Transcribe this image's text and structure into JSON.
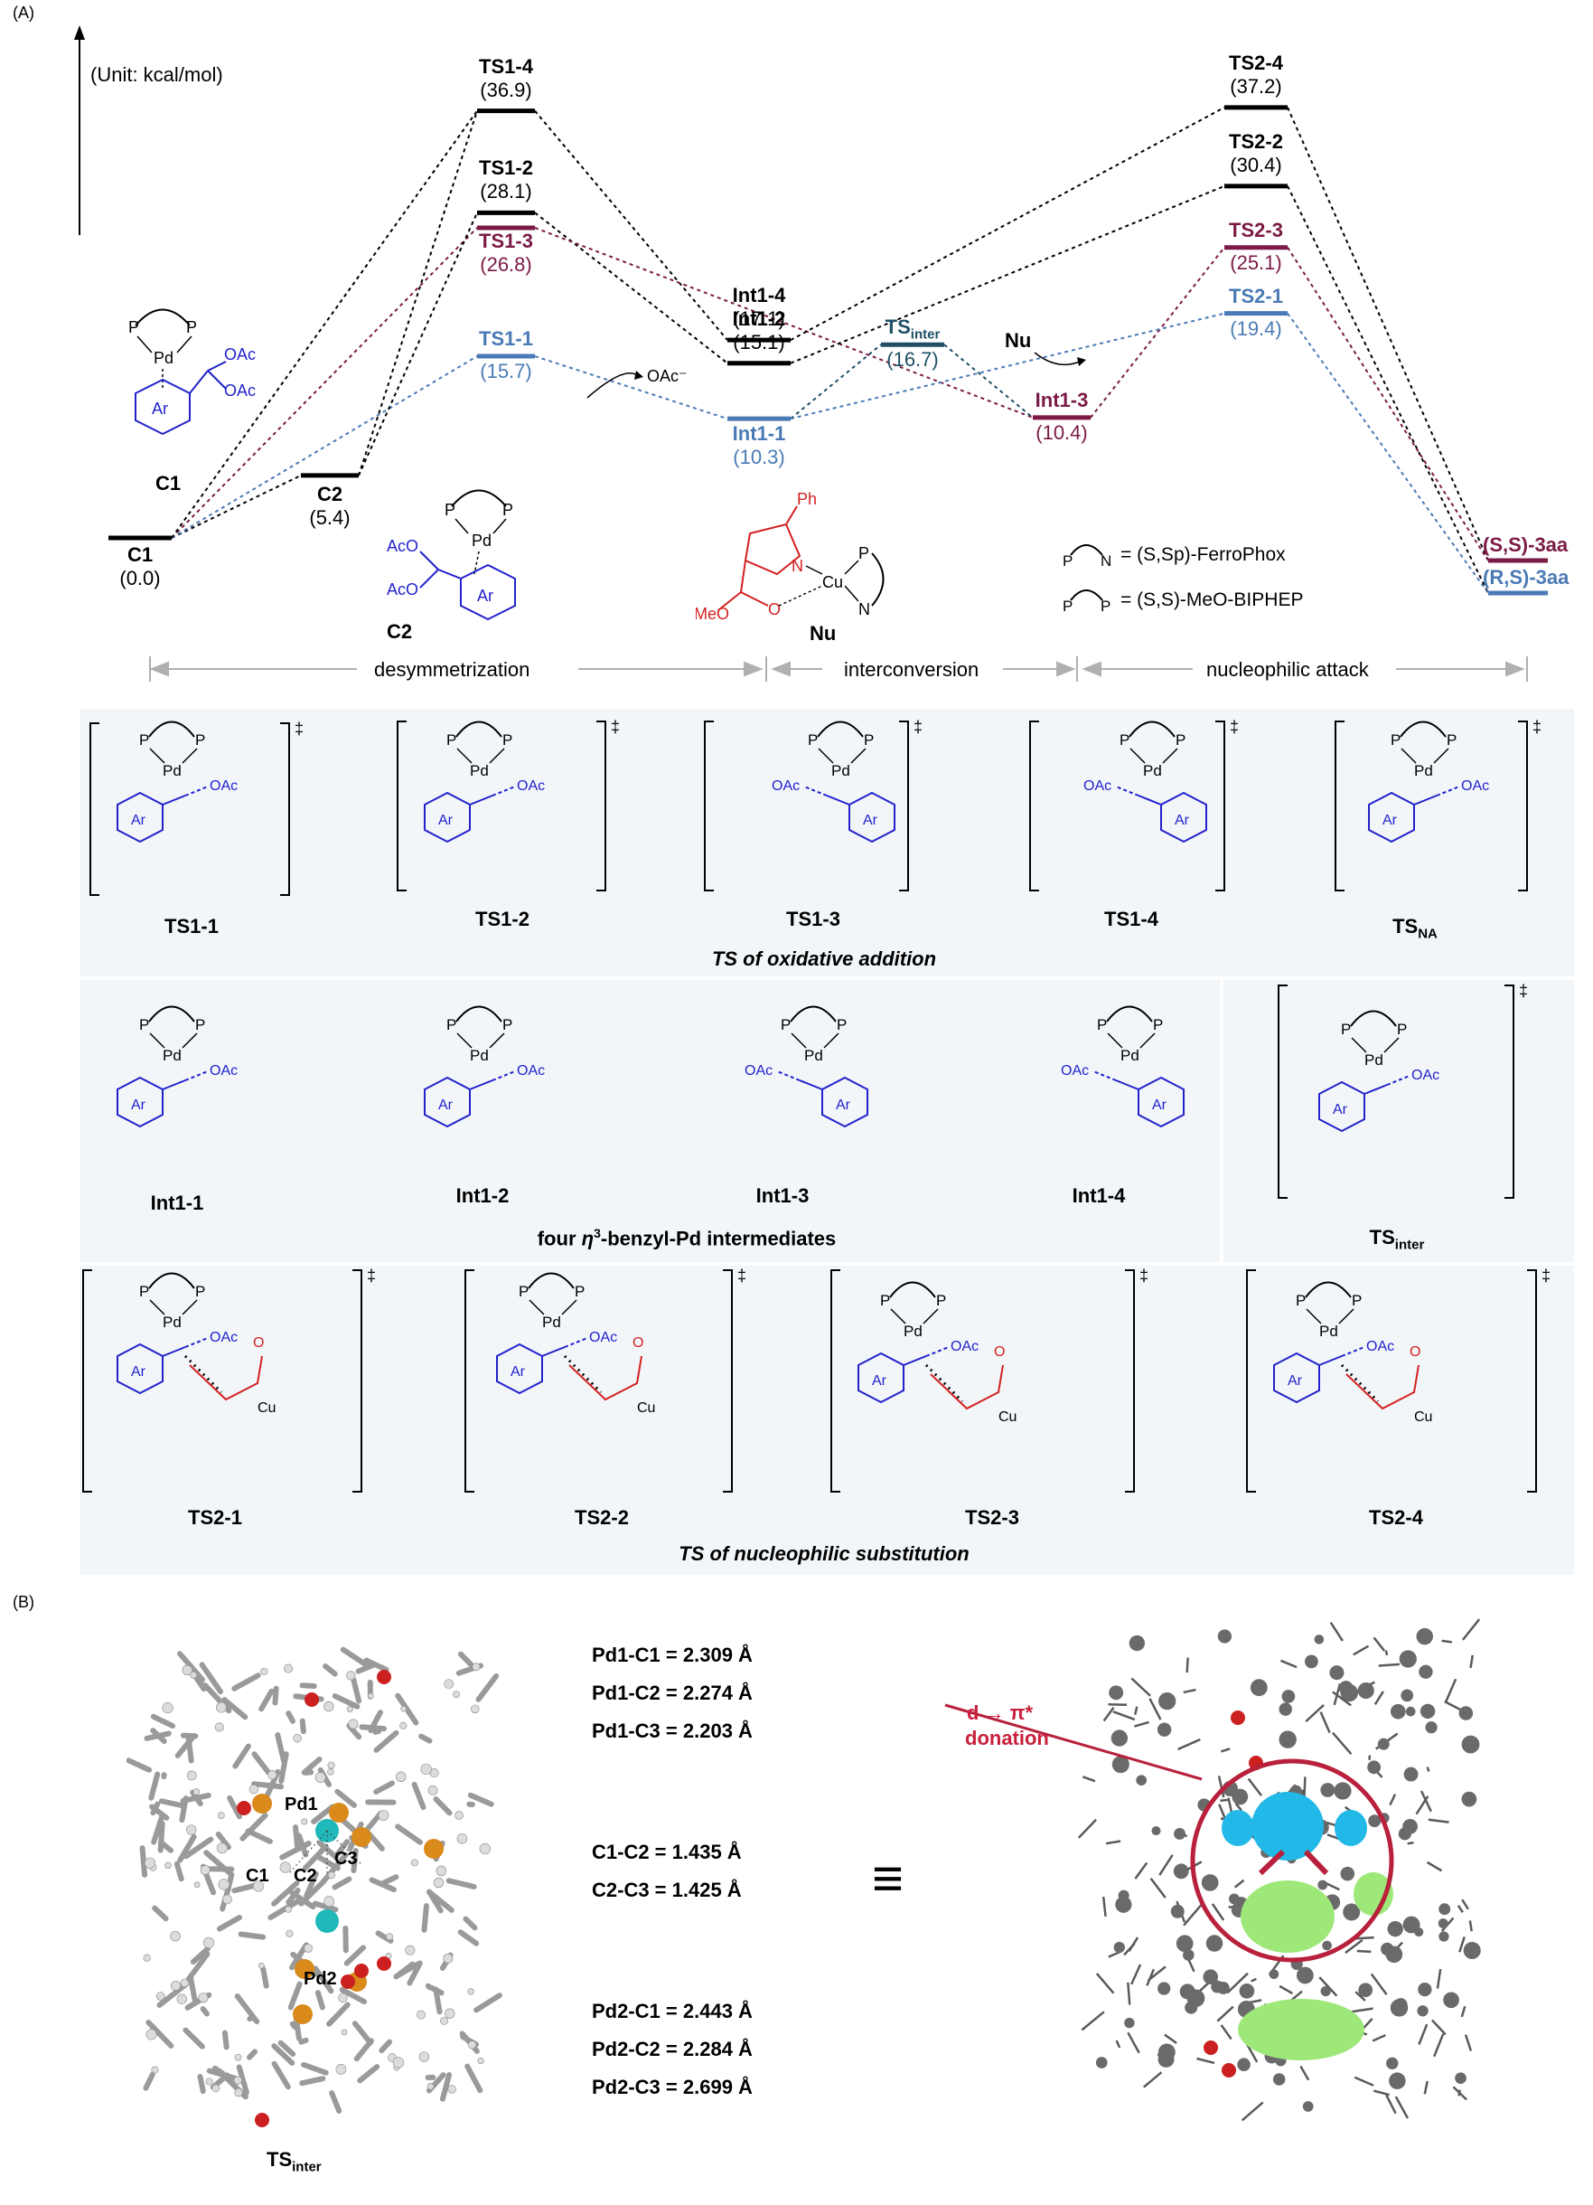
{
  "panel_a_label": "(A)",
  "panel_b_label": "(B)",
  "unit_label": "(Unit: kcal/mol)",
  "colors": {
    "black": "#000000",
    "maroon": "#7b1a45",
    "blue": "#4a7ab5",
    "teal": "#1f4f66",
    "red": "#d42020",
    "structure_blue": "#2222cc"
  },
  "levels": [
    {
      "id": "C1",
      "name": "C1",
      "value": "(0.0)",
      "energy": 0.0,
      "color": "black"
    },
    {
      "id": "C2",
      "name": "C2",
      "value": "(5.4)",
      "energy": 5.4,
      "color": "black"
    },
    {
      "id": "TS1-4",
      "name": "TS1-4",
      "value": "(36.9)",
      "energy": 36.9,
      "color": "black"
    },
    {
      "id": "TS1-2",
      "name": "TS1-2",
      "value": "(28.1)",
      "energy": 28.1,
      "color": "black"
    },
    {
      "id": "TS1-3",
      "name": "TS1-3",
      "value": "(26.8)",
      "energy": 26.8,
      "color": "maroon"
    },
    {
      "id": "TS1-1",
      "name": "TS1-1",
      "value": "(15.7)",
      "energy": 15.7,
      "color": "blue"
    },
    {
      "id": "Int1-4",
      "name": "Int1-4",
      "value": "(17.1)",
      "energy": 17.1,
      "color": "black"
    },
    {
      "id": "Int1-2",
      "name": "Int1-2",
      "value": "(15.1)",
      "energy": 15.1,
      "color": "black"
    },
    {
      "id": "Int1-1",
      "name": "Int1-1",
      "value": "(10.3)",
      "energy": 10.3,
      "color": "blue"
    },
    {
      "id": "TSinter",
      "name": "TS",
      "name_sub": "inter",
      "value": "(16.7)",
      "energy": 16.7,
      "color": "teal"
    },
    {
      "id": "Int1-3",
      "name": "Int1-3",
      "value": "(10.4)",
      "energy": 10.4,
      "color": "maroon"
    },
    {
      "id": "TS2-4",
      "name": "TS2-4",
      "value": "(37.2)",
      "energy": 37.2,
      "color": "black"
    },
    {
      "id": "TS2-2",
      "name": "TS2-2",
      "value": "(30.4)",
      "energy": 30.4,
      "color": "black"
    },
    {
      "id": "TS2-3",
      "name": "TS2-3",
      "value": "(25.1)",
      "energy": 25.1,
      "color": "maroon"
    },
    {
      "id": "TS2-1",
      "name": "TS2-1",
      "value": "(19.4)",
      "energy": 19.4,
      "color": "blue"
    },
    {
      "id": "SS3aa",
      "name": "(S,S)-3aa",
      "color": "maroon"
    },
    {
      "id": "RS3aa",
      "name": "(R,S)-3aa",
      "color": "blue"
    }
  ],
  "top_structures": {
    "c1_label": "C1",
    "c2_label": "C2",
    "nu_label": "Nu",
    "oac_label": "OAc",
    "oac_minus": "OAc⁻",
    "ph": "Ph",
    "meo": "MeO",
    "p": "P",
    "n": "N",
    "pd": "Pd",
    "cu": "Cu",
    "ar": "Ar",
    "o": "O"
  },
  "legend": [
    {
      "symbol": "P  N",
      "text": "=  (S,Sp)-FerroPhox"
    },
    {
      "symbol": "P  P",
      "text": "=  (S,S)-MeO-BIPHEP"
    }
  ],
  "stages": [
    "desymmetrization",
    "interconversion",
    "nucleophilic attack"
  ],
  "ts_oxidative": {
    "items": [
      "TS1-1",
      "TS1-2",
      "TS1-3",
      "TS1-4",
      "TSNA"
    ],
    "caption": "TS of oxidative addition"
  },
  "intermediates": {
    "items": [
      "Int1-1",
      "Int1-2",
      "Int1-3",
      "Int1-4"
    ],
    "caption_pre": "four ",
    "caption_eta": "η",
    "caption_sup": "3",
    "caption_post": "-benzyl-Pd intermediates",
    "tsinter": "TSinter"
  },
  "ts_nucleophilic": {
    "items": [
      "TS2-1",
      "TS2-2",
      "TS2-3",
      "TS2-4"
    ],
    "caption": "TS of nucleophilic substitution"
  },
  "dagger": "‡",
  "panel_b": {
    "atom_labels": [
      "Pd1",
      "C1",
      "C2",
      "C3",
      "Pd2"
    ],
    "molecule_caption": "TSinter",
    "distances_group1": [
      "Pd1-C1 = 2.309 Å",
      "Pd1-C2 = 2.274 Å",
      "Pd1-C3 = 2.203 Å"
    ],
    "distances_group2": [
      "C1-C2 = 1.435 Å",
      "C2-C3 = 1.425 Å"
    ],
    "distances_group3": [
      "Pd2-C1 = 2.443 Å",
      "Pd2-C2 = 2.284 Å",
      "Pd2-C3 = 2.699 Å"
    ],
    "equiv": "≡",
    "donation_line1": "d → π*",
    "donation_line2": "donation"
  }
}
